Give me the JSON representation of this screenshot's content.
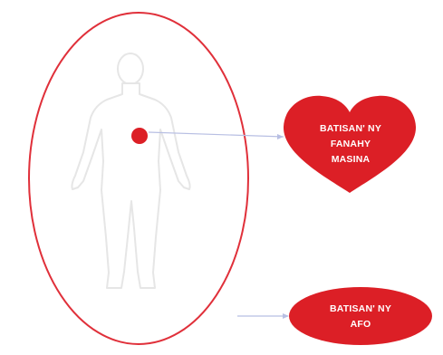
{
  "diagram": {
    "heart": {
      "label_lines": [
        "BATISAN' NY",
        "FANAHY",
        "MASINA"
      ],
      "color": "#dc1f26"
    },
    "afo": {
      "label_lines": [
        "BATISAN' NY",
        "AFO"
      ],
      "color": "#dc1f26"
    },
    "body_ellipse": {
      "stroke": "#e0303a"
    },
    "figure": {
      "stroke": "#e6e6e6"
    },
    "heart_marker": {
      "color": "#dc1f26"
    },
    "connector": {
      "color": "#b8bfe3"
    }
  }
}
